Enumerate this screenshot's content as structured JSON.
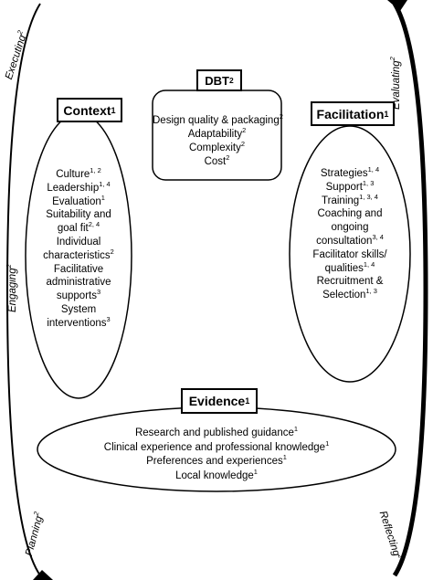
{
  "outer_labels": {
    "executing": {
      "text": "Executing",
      "sup": "2"
    },
    "evaluating": {
      "text": "Evaluating",
      "sup": "2"
    },
    "engaging": {
      "text": "Engaging",
      "sup": "2"
    },
    "planning": {
      "text": "Planning",
      "sup": "2"
    },
    "reflecting": {
      "text": "Reflecting",
      "sup": "2"
    }
  },
  "dbt": {
    "title": {
      "text": "DBT",
      "sup": "2"
    },
    "items": [
      {
        "text": "Design quality & packaging",
        "sup": "2"
      },
      {
        "text": "Adaptability",
        "sup": "2"
      },
      {
        "text": "Complexity",
        "sup": "2"
      },
      {
        "text": "Cost",
        "sup": "2"
      }
    ]
  },
  "context": {
    "title": {
      "text": "Context",
      "sup": "1"
    },
    "items": [
      {
        "text": "Culture",
        "sup": "1, 2"
      },
      {
        "text": "Leadership",
        "sup": "1, 4"
      },
      {
        "text": "Evaluation",
        "sup": "1"
      },
      {
        "text": "Suitability and",
        "sup": ""
      },
      {
        "text": "goal fit",
        "sup": "2, 4"
      },
      {
        "text": "Individual",
        "sup": ""
      },
      {
        "text": "characteristics",
        "sup": "2"
      },
      {
        "text": "Facilitative",
        "sup": ""
      },
      {
        "text": "administrative",
        "sup": ""
      },
      {
        "text": "supports",
        "sup": "3"
      },
      {
        "text": "System",
        "sup": ""
      },
      {
        "text": "interventions",
        "sup": "3"
      }
    ]
  },
  "facilitation": {
    "title": {
      "text": "Facilitation",
      "sup": "1"
    },
    "items": [
      {
        "text": "Strategies",
        "sup": "1, 4"
      },
      {
        "text": "Support",
        "sup": "1, 3"
      },
      {
        "text": "Training",
        "sup": "1, 3, 4"
      },
      {
        "text": "Coaching and",
        "sup": ""
      },
      {
        "text": "ongoing",
        "sup": ""
      },
      {
        "text": "consultation",
        "sup": "3, 4"
      },
      {
        "text": "Facilitator skills/",
        "sup": ""
      },
      {
        "text": "qualities",
        "sup": "1, 4"
      },
      {
        "text": "Recruitment &",
        "sup": ""
      },
      {
        "text": "Selection",
        "sup": "1, 3"
      }
    ]
  },
  "evidence": {
    "title": {
      "text": "Evidence",
      "sup": "1"
    },
    "items": [
      {
        "text": "Research and published guidance",
        "sup": "1"
      },
      {
        "text": "Clinical experience and professional knowledge",
        "sup": "1"
      },
      {
        "text": "Preferences and experiences",
        "sup": "1"
      },
      {
        "text": "Local knowledge",
        "sup": "1"
      }
    ]
  }
}
